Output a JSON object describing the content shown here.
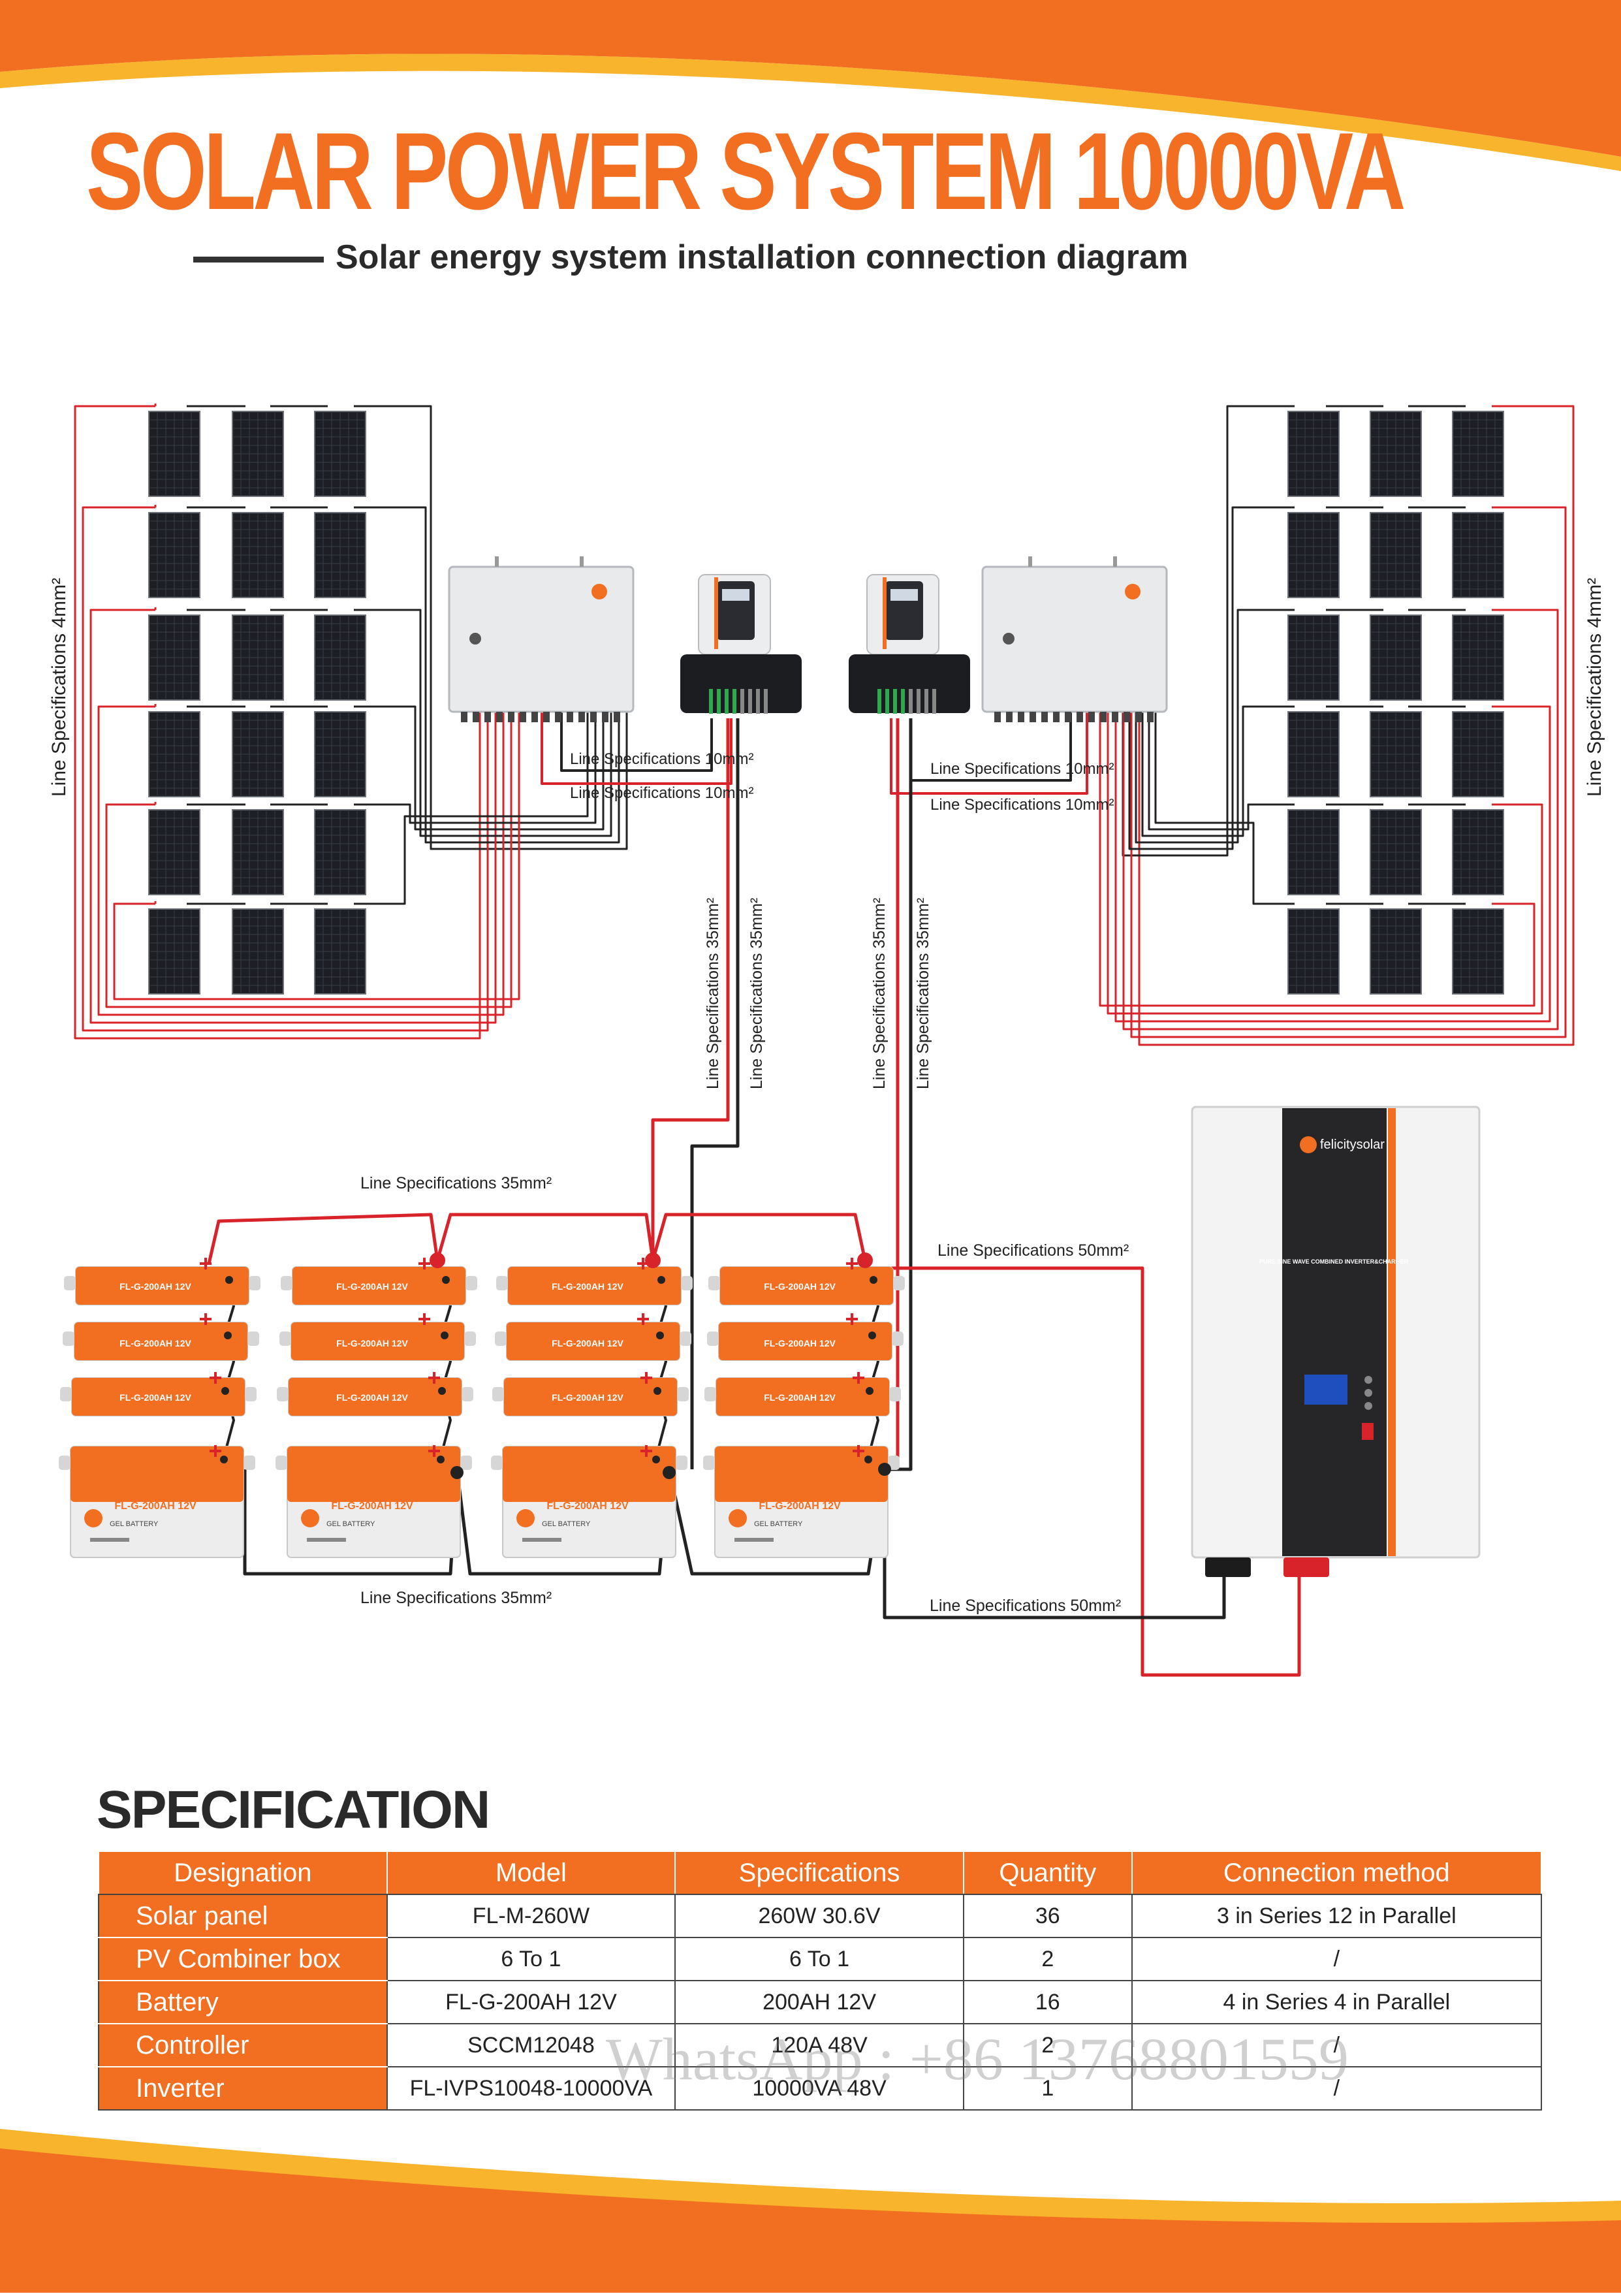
{
  "header": {
    "title": "SOLAR POWER SYSTEM 10000VA",
    "subtitle": "Solar energy system installation connection diagram"
  },
  "diagram": {
    "line_4mm_left": "Line Specifications 4mm²",
    "line_4mm_right": "Line Specifications 4mm²",
    "line_10mm_1": "Line Specifications 10mm²",
    "line_10mm_2": "Line Specifications 10mm²",
    "line_10mm_3": "Line Specifications 10mm²",
    "line_10mm_4": "Line Specifications 10mm²",
    "line_35mm_v1": "Line Specifications 35mm²",
    "line_35mm_v2": "Line Specifications 35mm²",
    "line_35mm_v3": "Line Specifications 35mm²",
    "line_35mm_v4": "Line Specifications 35mm²",
    "line_35mm_top": "Line Specifications 35mm²",
    "line_35mm_bottom": "Line Specifications 35mm²",
    "line_50mm_top": "Line Specifications 50mm²",
    "line_50mm_bottom": "Line Specifications 50mm²",
    "battery_label": "FL-G-200AH 12V",
    "battery_type": "GEL BATTERY",
    "brand": "felicitysolar",
    "inverter_caption": "PURE SINE WAVE COMBINED INVERTER&CHARGER"
  },
  "spec": {
    "heading": "SPECIFICATION",
    "headers": [
      "Designation",
      "Model",
      "Specifications",
      "Quantity",
      "Connection method"
    ],
    "rows": [
      [
        "Solar panel",
        "FL-M-260W",
        "260W   30.6V",
        "36",
        "3 in Series  12 in Parallel"
      ],
      [
        "PV Combiner box",
        "6 To 1",
        "6 To 1",
        "2",
        "/"
      ],
      [
        "Battery",
        "FL-G-200AH 12V",
        "200AH  12V",
        "16",
        "4 in Series  4 in Parallel"
      ],
      [
        "Controller",
        "SCCM12048",
        "120A  48V",
        "2",
        "/"
      ],
      [
        "Inverter",
        "FL-IVPS10048-10000VA",
        "10000VA  48V",
        "1",
        "/"
      ]
    ]
  },
  "watermark": "WhatsApp : +86 13768801559",
  "colors": {
    "accent": "#f26f21",
    "accent_yellow": "#f7b42c",
    "wire_red": "#d8232a",
    "wire_black": "#222222"
  }
}
